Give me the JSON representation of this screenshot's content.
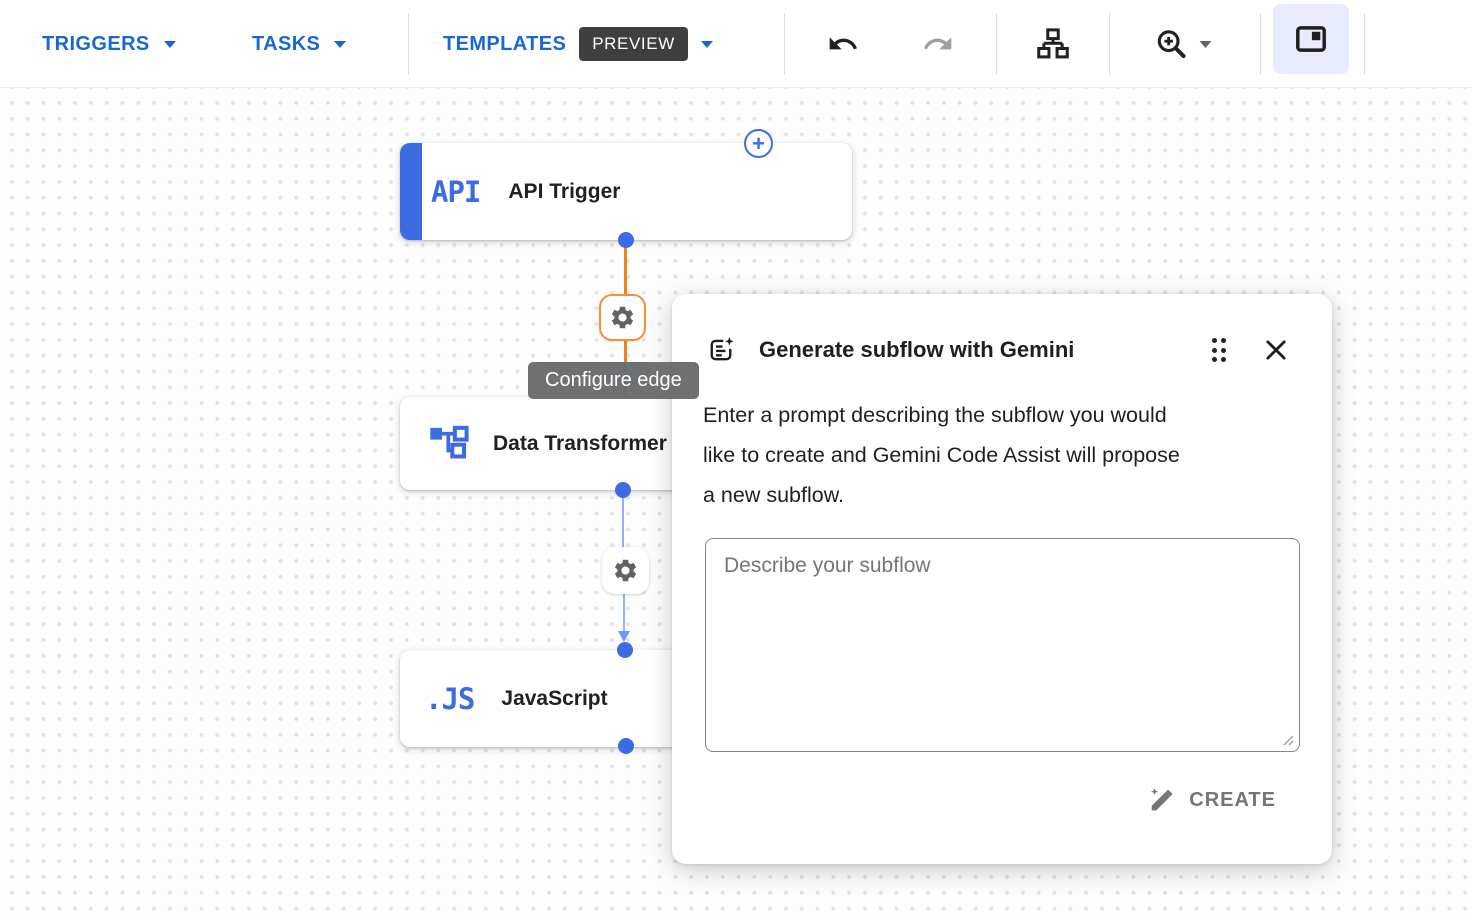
{
  "colors": {
    "toolbar_blue": "#1967d2",
    "node_blue": "#3d6be3",
    "edge_orange": "#e8871e",
    "edge_blue": "#8fb0f8",
    "edge_blue_arrow": "#6d97f5",
    "preview_badge_bg": "#3c4043",
    "tooltip_bg": "#6a6d70",
    "icon_dark": "#202124",
    "icon_disabled": "#9aa0a6",
    "text_primary": "#1f1f1f",
    "text_secondary": "#757575",
    "panel_button_bg": "#e8eafd"
  },
  "toolbar": {
    "triggers_label": "TRIGGERS",
    "tasks_label": "TASKS",
    "templates_label": "TEMPLATES",
    "preview_badge": "PREVIEW",
    "icons": {
      "undo": "undo-icon",
      "redo": "redo-icon",
      "layout": "sitemap-icon",
      "zoom": "zoom-in-icon",
      "panel": "panel-toggle-icon"
    }
  },
  "canvas": {
    "nodes": [
      {
        "icon_text": "API",
        "label": "API Trigger"
      },
      {
        "icon": "data-transformer-icon",
        "label": "Data Transformer"
      },
      {
        "icon_text": ".JS",
        "label": "JavaScript"
      }
    ],
    "edge_tooltip": "Configure edge",
    "plus_glyph": "+"
  },
  "dialog": {
    "icon": "generate-doc-icon",
    "title": "Generate subflow with Gemini",
    "description_lines": [
      "Enter a prompt describing the subflow you would",
      "like to create and Gemini Code Assist will propose",
      "a new subflow."
    ],
    "prompt": {
      "value": "",
      "placeholder": "Describe your subflow"
    },
    "create_label": "CREATE"
  }
}
